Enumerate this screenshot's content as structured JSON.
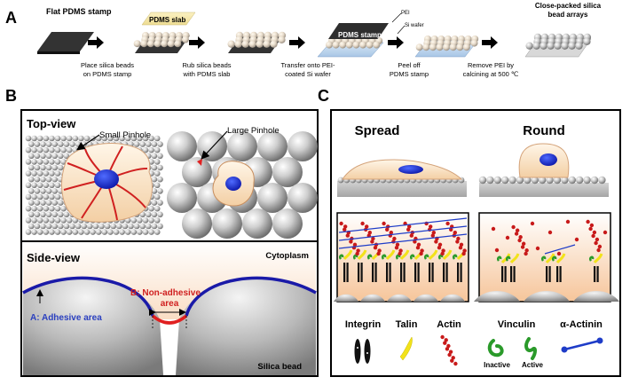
{
  "panel_a": {
    "letter": "A",
    "flat_stamp": "Flat PDMS stamp",
    "pdms_slab": "PDMS slab",
    "pdms_stamp": "PDMS stamp",
    "pei": "PEI",
    "si_wafer": "Si wafer",
    "final_1": "Close-packed silica",
    "final_2": "bead arrays",
    "step1_l1": "Place silica beads",
    "step1_l2": "on PDMS stamp",
    "step2_l1": "Rub silica beads",
    "step2_l2": "with PDMS slab",
    "step3_l1": "Transfer onto PEI-",
    "step3_l2": "coated Si wafer",
    "step4_l1": "Peel off",
    "step4_l2": "PDMS stamp",
    "step5_l1": "Remove PEI by",
    "step5_l2": "calcining at 500 ℃"
  },
  "panel_b": {
    "letter": "B",
    "top_view": "Top-view",
    "small_pinhole": "Small Pinhole",
    "large_pinhole": "Large Pinhole",
    "side_view": "Side-view",
    "cytoplasm": "Cytoplasm",
    "label_b_letter": "B",
    "label_b_text": ": Non-adhesive",
    "label_b_text2": "area",
    "label_a_letter": "A",
    "label_a_text": ": Adhesive area",
    "silica_bead": "Silica bead"
  },
  "panel_c": {
    "letter": "C",
    "spread": "Spread",
    "round": "Round",
    "integrin": "Integrin",
    "talin": "Talin",
    "actin": "Actin",
    "vinculin": "Vinculin",
    "actinin": "α-Actinin",
    "inactive": "Inactive",
    "active": "Active"
  },
  "colors": {
    "adhesive_blue": "#1a1aa8",
    "nonadhesive_red": "#e02020",
    "label_a_blue": "#2a3fbf",
    "label_b_red": "#d02020",
    "nucleus_blue": "#1b2fd6",
    "pdms_slab": "#f3e6a6",
    "wafer_blue": "#b8d4ee",
    "bead_gray": "#c8c8c8"
  }
}
